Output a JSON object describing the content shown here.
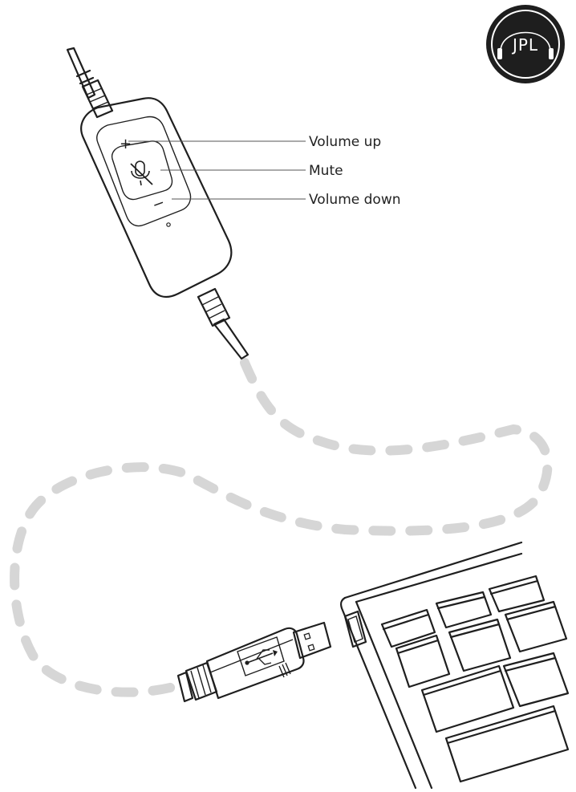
{
  "logo": {
    "text": "JPL"
  },
  "callouts": {
    "volume_up": "Volume up",
    "mute": "Mute",
    "volume_down": "Volume down"
  },
  "buttons": {
    "plus_symbol": "+",
    "minus_symbol": "−"
  },
  "colors": {
    "logo_bg": "#1e1e1e",
    "line": "#1f1f1f",
    "cable_dash": "#d6d6d6",
    "text": "#222222"
  }
}
